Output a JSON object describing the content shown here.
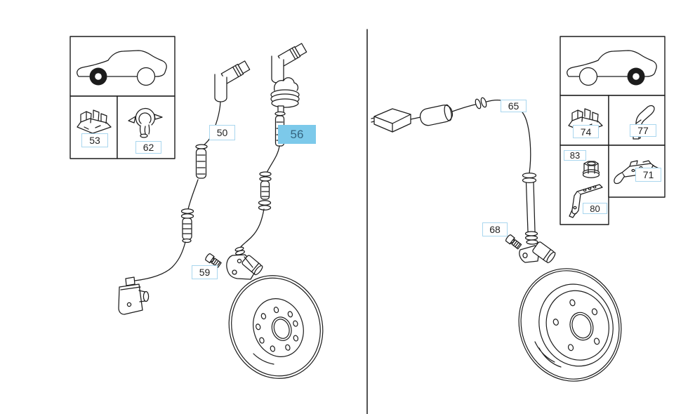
{
  "diagram": {
    "type": "parts-diagram",
    "subject": "ABS wheel speed sensors, front and rear axle",
    "sections": [
      {
        "id": "front",
        "thumbnail": "car-side-view-front-wheel-filled",
        "inset_parts": [
          "53",
          "62"
        ],
        "main_parts": [
          "50",
          "56",
          "59"
        ],
        "components": [
          "front-speed-sensor-cable-left",
          "front-speed-sensor-cable-right",
          "front-brake-disc"
        ]
      },
      {
        "id": "rear",
        "thumbnail": "car-side-view-rear-wheel-filled",
        "inset_parts": [
          "74",
          "77",
          "83",
          "71",
          "80"
        ],
        "main_parts": [
          "65",
          "68"
        ],
        "components": [
          "rear-speed-sensor-cable",
          "rear-brake-disc"
        ]
      }
    ]
  },
  "parts": [
    {
      "number": "53",
      "highlighted": false
    },
    {
      "number": "62",
      "highlighted": false
    },
    {
      "number": "50",
      "highlighted": false
    },
    {
      "number": "56",
      "highlighted": true
    },
    {
      "number": "59",
      "highlighted": false
    },
    {
      "number": "65",
      "highlighted": false
    },
    {
      "number": "68",
      "highlighted": false
    },
    {
      "number": "74",
      "highlighted": false
    },
    {
      "number": "77",
      "highlighted": false
    },
    {
      "number": "83",
      "highlighted": false
    },
    {
      "number": "71",
      "highlighted": false
    },
    {
      "number": "80",
      "highlighted": false
    }
  ],
  "colors": {
    "line_color": "#1c1c1c",
    "label_border": "#a9d6ee",
    "label_text": "#1f1f1f",
    "highlight_fill": "#7cc9ea",
    "highlight_text": "#35647f",
    "background": "#ffffff"
  }
}
